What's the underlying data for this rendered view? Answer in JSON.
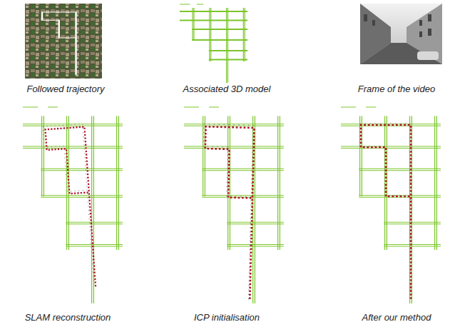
{
  "diagram": {
    "labels": [
      "Followed trajectory",
      "Associated 3D model",
      "Frame of the video",
      "SLAM reconstruction",
      "ICP initialisation",
      "After our method"
    ]
  }
}
